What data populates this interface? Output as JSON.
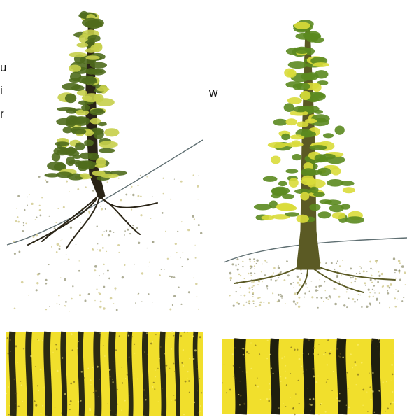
{
  "text_fragments": {
    "left_top": "u",
    "left_middle": "i",
    "left_bottom": "r",
    "right_middle": "w"
  },
  "illustrations": [
    {
      "subject": "tree-on-slope",
      "foliage_color": "#4f6b1c",
      "foliage_highlight": "#c6cf4a",
      "trunk_color": "#2a2416",
      "ground_line_color": "#5f6f72"
    },
    {
      "subject": "tree-on-flat-ground",
      "foliage_color": "#5b8a1f",
      "foliage_highlight": "#d9dc3a",
      "trunk_color": "#5b5a24",
      "ground_line_color": "#5f6f72"
    }
  ],
  "growth_ring_panels": [
    {
      "subject": "narrow-growth-rings",
      "ring_count": 12,
      "band_color": "#2a2a12",
      "wood_color": "#f1df2c"
    },
    {
      "subject": "wide-growth-rings",
      "ring_count": 5,
      "band_color": "#1f1f0e",
      "wood_color": "#f1df2c"
    }
  ]
}
